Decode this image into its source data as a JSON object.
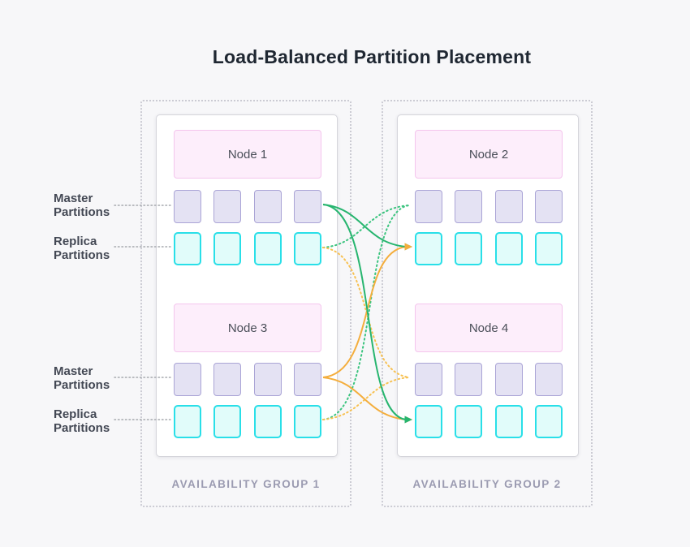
{
  "title": "Load-Balanced Partition Placement",
  "row_labels": {
    "master": "Master\nPartitions",
    "replica": "Replica\nPartitions"
  },
  "groups": [
    {
      "label": "AVAILABILITY GROUP 1",
      "nodes": [
        {
          "name": "Node 1"
        },
        {
          "name": "Node 3"
        }
      ]
    },
    {
      "label": "AVAILABILITY GROUP 2",
      "nodes": [
        {
          "name": "Node 2"
        },
        {
          "name": "Node 4"
        }
      ]
    }
  ],
  "partitions_per_row": 4,
  "arrows": [
    {
      "from": "node-1-master",
      "to": "node-2-replica",
      "style": "solid",
      "color": "green"
    },
    {
      "from": "node-1-master",
      "to": "node-4-replica",
      "style": "solid",
      "color": "green"
    },
    {
      "from": "node-3-master",
      "to": "node-2-replica",
      "style": "solid",
      "color": "yellow"
    },
    {
      "from": "node-3-master",
      "to": "node-4-replica",
      "style": "solid",
      "color": "yellow"
    },
    {
      "from": "node-1-replica",
      "to": "node-2-master",
      "style": "dotted",
      "color": "green"
    },
    {
      "from": "node-3-replica",
      "to": "node-2-master",
      "style": "dotted",
      "color": "green"
    },
    {
      "from": "node-1-replica",
      "to": "node-4-master",
      "style": "dotted",
      "color": "yellow"
    },
    {
      "from": "node-3-replica",
      "to": "node-4-master",
      "style": "dotted",
      "color": "yellow"
    }
  ],
  "colors": {
    "arrow_green": "#27b56f",
    "arrow_green_dotted": "#3cc47f",
    "arrow_yellow": "#f4ae3d",
    "arrow_yellow_dotted": "#f7c152",
    "leader": "#a6a9ae",
    "master_fill": "#e4e2f3",
    "master_border": "#aaa4d6",
    "replica_fill": "#e1fcfa",
    "replica_border": "#29dfe8",
    "node_fill": "#fdeefb",
    "node_border": "#f4c5ed"
  }
}
